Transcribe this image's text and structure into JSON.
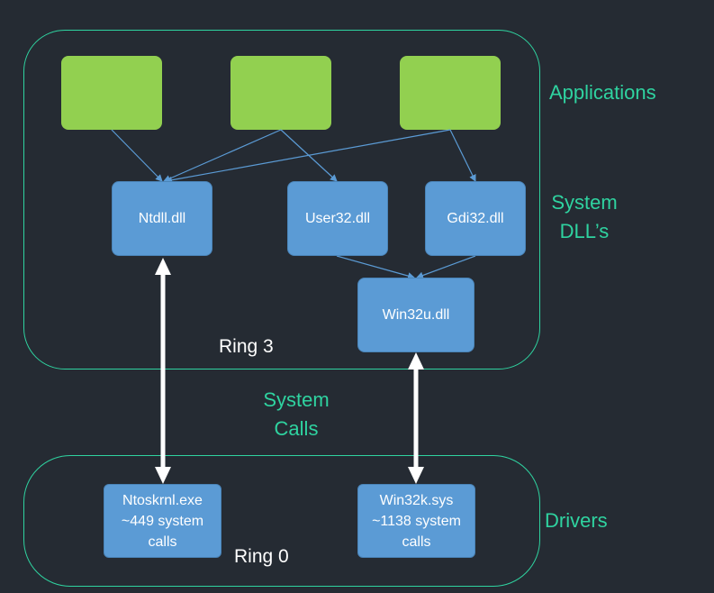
{
  "applications_label": "Applications",
  "system_dlls_label": [
    "System",
    "DLL’s"
  ],
  "system_calls_label": [
    "System",
    "Calls"
  ],
  "drivers_label": "Drivers",
  "ring3_label": "Ring 3",
  "ring0_label": "Ring 0",
  "dlls": {
    "ntdll": "Ntdll.dll",
    "user32": "User32.dll",
    "gdi32": "Gdi32.dll",
    "win32u": "Win32u.dll"
  },
  "drivers": {
    "ntoskrnl": [
      "Ntoskrnl.exe",
      "~449 system",
      "calls"
    ],
    "win32k": [
      "Win32k.sys",
      "~1138 system",
      "calls"
    ]
  },
  "colors": {
    "background": "#252b33",
    "ring_border": "#2fd3a0",
    "app_box": "#92d050",
    "dll_box": "#5b9bd5",
    "thin_arrow": "#5b9bd5",
    "thick_arrow": "#ffffff"
  }
}
